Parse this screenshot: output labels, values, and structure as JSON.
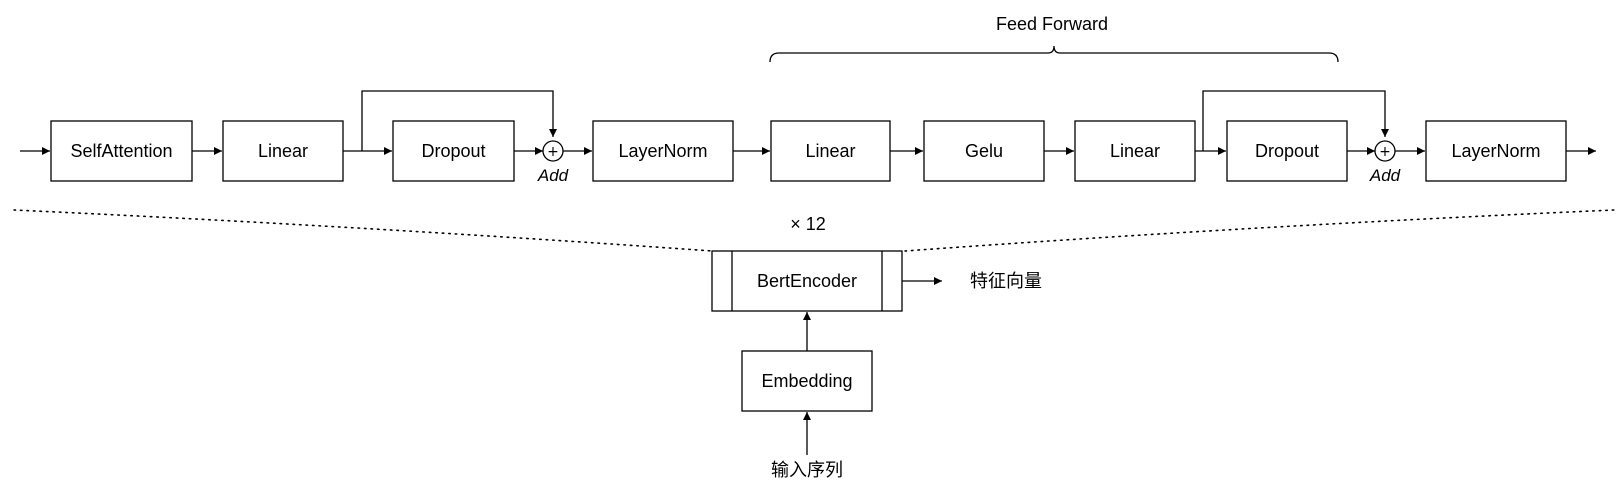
{
  "encoder_layer": {
    "self_attention": "SelfAttention",
    "linear_1": "Linear",
    "dropout_1": "Dropout",
    "add_1": "Add",
    "layernorm_1": "LayerNorm",
    "ff_linear_1": "Linear",
    "gelu": "Gelu",
    "ff_linear_2": "Linear",
    "dropout_2": "Dropout",
    "add_2": "Add",
    "layernorm_2": "LayerNorm",
    "plus_symbol": "+"
  },
  "feed_forward_label": "Feed Forward",
  "repeat_label": "× 12",
  "bert_encoder": "BertEncoder",
  "output_label": "特征向量",
  "embedding": "Embedding",
  "input_label": "输入序列"
}
